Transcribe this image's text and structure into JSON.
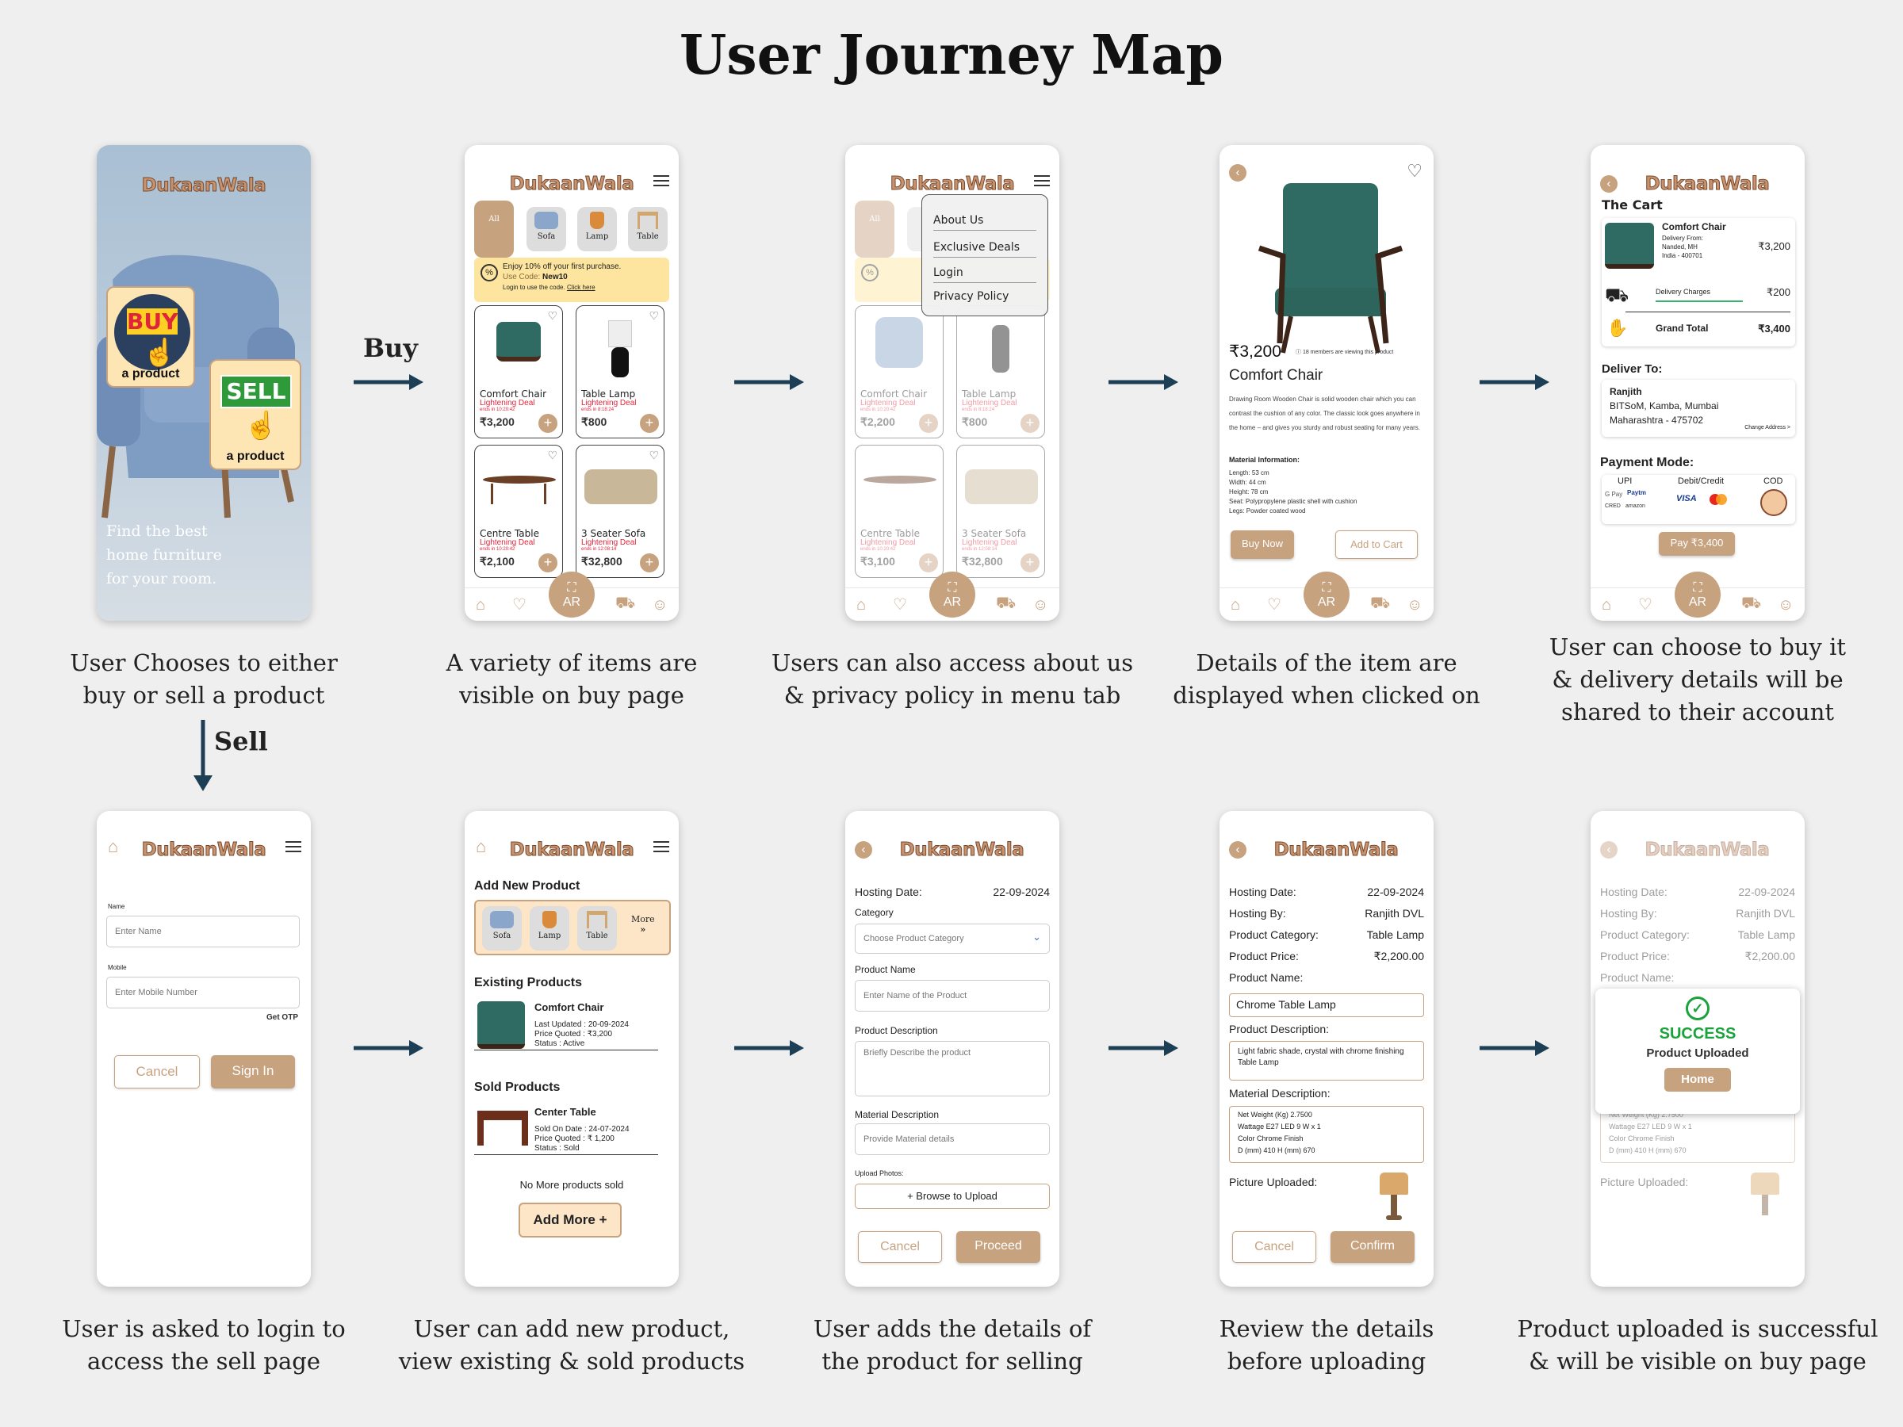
{
  "title": "User Journey Map",
  "brand": "DukaanWala",
  "side_labels": {
    "buy": "Buy",
    "sell": "Sell"
  },
  "captions": {
    "s1": [
      "User Chooses to either",
      "buy or sell a product"
    ],
    "s2": [
      "A variety of items are",
      "visible on buy page"
    ],
    "s3": [
      "Users can also access about us",
      "& privacy policy in menu tab"
    ],
    "s4": [
      "Details of the item are",
      "displayed when clicked on"
    ],
    "s5": [
      "User can choose to buy it",
      "& delivery details will be",
      "shared to their account"
    ],
    "s6": [
      "User is asked to login to",
      "access the sell page"
    ],
    "s7": [
      "User can add new product,",
      "view existing & sold products"
    ],
    "s8": [
      "User adds the details of",
      "the product for selling"
    ],
    "s9": [
      "Review the details",
      "before uploading"
    ],
    "s10": [
      "Product uploaded is successful",
      "& will be visible on buy page"
    ]
  },
  "splash": {
    "buy": "BUY",
    "buy_sub": "a product",
    "sell": "SELL",
    "sell_sub": "a product",
    "tagline": [
      "Find the best",
      "home furniture",
      "for your room."
    ]
  },
  "categories": [
    "All",
    "Sofa",
    "Lamp",
    "Table"
  ],
  "promo": {
    "line1": "Enjoy 10% off your first purchase.",
    "code_label": "Use Code:",
    "code": "New10",
    "line3": "Login to use the code.",
    "link": "Click here"
  },
  "products": [
    {
      "name": "Comfort Chair",
      "deal": "Lightening Deal",
      "ends": "ends in 10:20:42",
      "price": "₹3,200",
      "price_menu": "₹2,200"
    },
    {
      "name": "Table Lamp",
      "deal": "Lightening Deal",
      "ends": "ends in 8:18:24",
      "price": "₹800",
      "price_menu": "₹800"
    },
    {
      "name": "Centre Table",
      "deal": "Lightening Deal",
      "ends": "ends in 10:20:42",
      "price": "₹2,100",
      "price_menu": "₹3,100"
    },
    {
      "name": "3 Seater Sofa",
      "deal": "Lightening Deal",
      "ends": "ends in 12:08:14",
      "price": "₹32,800",
      "price_menu": "₹32,800"
    }
  ],
  "nav": {
    "ar": "AR"
  },
  "menu": [
    "About Us",
    "Exclusive Deals",
    "Login",
    "Privacy Policy"
  ],
  "detail": {
    "price": "₹3,200",
    "viewers": "18 members are viewing this product",
    "name": "Comfort Chair",
    "desc": "Drawing Room Wooden Chair is solid wooden chair which you can contrast the cushion of any color. The classic look goes anywhere in the home – and gives you sturdy and robust seating for many years.",
    "material_title": "Material Information:",
    "materials": [
      "Length: 53 cm",
      "Width: 44 cm",
      "Height: 78 cm",
      "Seat: Polypropylene plastic shell with cushion",
      "Legs: Powder coated wood"
    ],
    "buy": "Buy Now",
    "cart": "Add to Cart"
  },
  "cart": {
    "title": "The Cart",
    "item": "Comfort Chair",
    "from1": "Delivery From:",
    "from2": "Nanded, MH",
    "from3": "India - 400701",
    "item_price": "₹3,200",
    "delivery_label": "Delivery Charges",
    "delivery_price": "₹200",
    "total_label": "Grand Total",
    "total": "₹3,400",
    "deliver_title": "Deliver To:",
    "name": "Ranjith",
    "addr1": "BITSoM, Kamba, Mumbai",
    "addr2": "Maharashtra - 475702",
    "change": "Change Address >",
    "pay_title": "Payment Mode:",
    "modes": [
      "UPI",
      "Debit/Credit",
      "COD"
    ],
    "upi": [
      "G Pay",
      "Paytm",
      "CRED",
      "amazon"
    ],
    "cards": [
      "VISA"
    ],
    "pay_btn": "Pay ₹3,400"
  },
  "login": {
    "name_label": "Name",
    "name_ph": "Enter Name",
    "mobile_label": "Mobile",
    "mobile_ph": "Enter Mobile Number",
    "otp": "Get OTP",
    "cancel": "Cancel",
    "signin": "Sign In"
  },
  "sell": {
    "add_title": "Add New Product",
    "cats": [
      "Sofa",
      "Lamp",
      "Table"
    ],
    "more": "More",
    "existing_title": "Existing Products",
    "existing_name": "Comfort Chair",
    "existing_lines": [
      "Last Updated : 20-09-2024",
      "Price Quoted : ₹3,200",
      "Status : Active"
    ],
    "sold_title": "Sold Products",
    "sold_name": "Center Table",
    "sold_lines": [
      "Sold On Date : 24-07-2024",
      "Price Quoted : ₹ 1,200",
      "Status : Sold"
    ],
    "none": "No More products sold",
    "add_more": "Add More +"
  },
  "form": {
    "hosting_label": "Hosting Date:",
    "hosting_date": "22-09-2024",
    "category_label": "Category",
    "category_ph": "Choose Product Category",
    "name_label": "Product Name",
    "name_ph": "Enter Name of the Product",
    "desc_label": "Product Description",
    "desc_ph": "Briefly Describe the product",
    "mat_label": "Material Description",
    "mat_ph": "Provide Material details",
    "upload_label": "Upload Photos:",
    "browse": "+ Browse to Upload",
    "cancel": "Cancel",
    "proceed": "Proceed"
  },
  "review": {
    "rows": [
      {
        "k": "Hosting Date:",
        "v": "22-09-2024"
      },
      {
        "k": "Hosting By:",
        "v": "Ranjith DVL"
      },
      {
        "k": "Product Category:",
        "v": "Table Lamp"
      },
      {
        "k": "Product Price:",
        "v": "₹2,200.00"
      }
    ],
    "name_label": "Product Name:",
    "name_val": "Chrome Table Lamp",
    "desc_label": "Product Description:",
    "desc_val": "Light fabric shade, crystal with chrome finishing Table Lamp",
    "mat_label": "Material Description:",
    "mat_lines": [
      "Net Weight (Kg) 2.7500",
      "Wattage E27 LED 9 W x 1",
      "Color Chrome Finish",
      "D (mm) 410 H (mm) 670"
    ],
    "pic_label": "Picture Uploaded:",
    "cancel": "Cancel",
    "confirm": "Confirm"
  },
  "success": {
    "title": "SUCCESS",
    "sub": "Product Uploaded",
    "home": "Home"
  },
  "colors": {
    "accent": "#c7a27f",
    "arrow": "#1c3f55",
    "deal": "#e0243b",
    "success": "#1aa33a",
    "promo": "#fde59f"
  }
}
